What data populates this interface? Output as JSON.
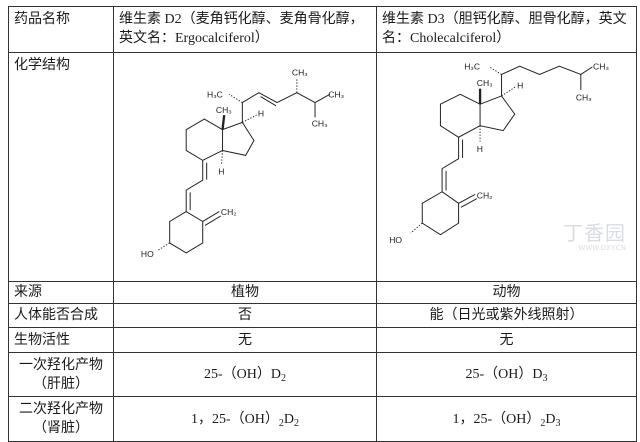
{
  "header": {
    "col0": "药品名称",
    "col1": "维生素 D2（麦角钙化醇、麦角骨化醇，英文名：Ergocalciferol）",
    "col2": "维生素 D3（胆钙化醇、胆骨化醇，英文名：Cholecalciferol）"
  },
  "structure_row": {
    "label": "化学结构",
    "d2": {
      "ch3_top": "CH₃",
      "h3c": "H₃C",
      "ch3_right": "CH₃",
      "ch3_lower": "CH₃",
      "ch3_ring": "CH₃",
      "h1": "H",
      "h2": "H",
      "ch2": "CH₂",
      "ho": "HO"
    },
    "d3": {
      "h3c": "H₃C",
      "ch3_right": "CH₃",
      "ch3_lower": "CH₃",
      "ch3_ring": "CH₃",
      "h1": "H",
      "h2": "H",
      "ch2": "CH₂",
      "ho": "HO"
    }
  },
  "rows": [
    {
      "label": "来源",
      "d2": "植物",
      "d3": "动物"
    },
    {
      "label": "人体能否合成",
      "d2": "否",
      "d3": "能（日光或紫外线照射）"
    },
    {
      "label": "生物活性",
      "d2": "无",
      "d3": "无"
    }
  ],
  "hydroxylation1": {
    "label1": "一次羟化产物",
    "label2": "（肝脏）",
    "d2_text": "25-（OH）D",
    "d2_sub": "2",
    "d3_text": "25-（OH）D",
    "d3_sub": "3"
  },
  "hydroxylation2": {
    "label1": "二次羟化产物",
    "label2": "（肾脏）",
    "d2_text": "1，25-（OH）",
    "d2_sub1": "2",
    "d2_mid": "D",
    "d2_sub2": "2",
    "d3_text": "1，25-（OH）",
    "d3_sub1": "2",
    "d3_mid": "D",
    "d3_sub2": "3"
  },
  "watermark": {
    "logo": "丁香园",
    "url": "WWW.DXY.CN"
  }
}
